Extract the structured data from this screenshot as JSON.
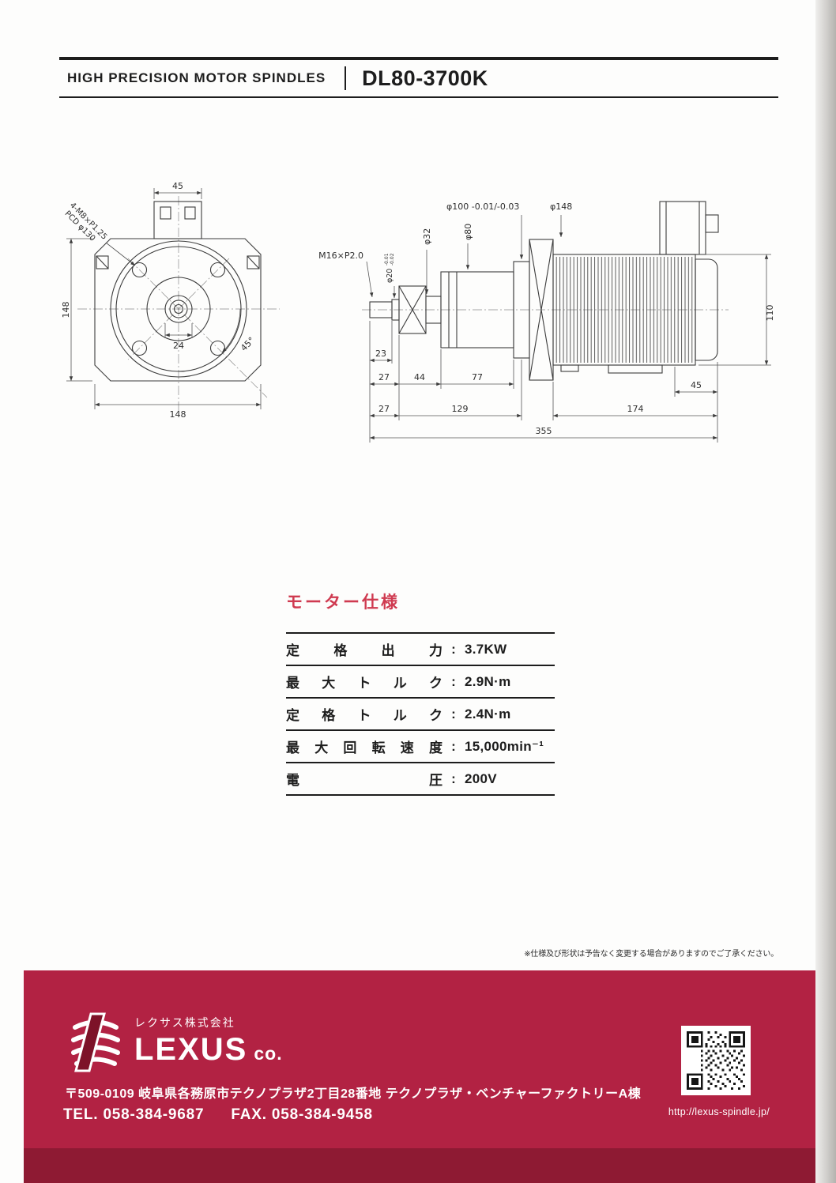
{
  "header": {
    "category": "HIGH PRECISION MOTOR SPINDLES",
    "model": "DL80-3700K"
  },
  "front_view": {
    "callout_line1": "4-M8×P1.25",
    "callout_line2": "PCD φ130",
    "dim_top": "45",
    "dim_left": "148",
    "dim_bottom": "148",
    "dim_hub": "24",
    "dim_angle": "45°"
  },
  "side_view": {
    "label_thread": "M16×P2.0",
    "label_phi20": "φ20",
    "label_phi20_tol_upper": "-0.01",
    "label_phi20_tol_lower": "-0.02",
    "label_phi32": "φ32",
    "label_phi80": "φ80",
    "label_phi100": "φ100 -0.01/-0.03",
    "label_phi148": "φ148",
    "dim_23": "23",
    "dim_27a": "27",
    "dim_44": "44",
    "dim_77": "77",
    "dim_27b": "27",
    "dim_129": "129",
    "dim_174": "174",
    "dim_355": "355",
    "dim_45": "45",
    "dim_110": "110"
  },
  "specs": {
    "title": "モーター仕様",
    "colon": ":",
    "rows": [
      {
        "label": "定格出力",
        "value": "3.7KW"
      },
      {
        "label": "最大トルク",
        "value": "2.9N·m"
      },
      {
        "label": "定格トルク",
        "value": "2.4N·m"
      },
      {
        "label": "最大回転速度",
        "value": "15,000min⁻¹"
      },
      {
        "label": "電圧",
        "value": "200V"
      }
    ]
  },
  "note": "※仕様及び形状は予告なく変更する場合がありますのでご了承ください。",
  "footer": {
    "company_jp": "レクサス株式会社",
    "company_en": "LEXUS",
    "company_suffix": "co.",
    "address": "〒509-0109 岐阜県各務原市テクノプラザ2丁目28番地 テクノプラザ・ベンチャーファクトリーA棟",
    "tel": "TEL. 058-384-9687",
    "fax": "FAX. 058-384-9458",
    "url": "http://lexus-spindle.jp/"
  },
  "colors": {
    "accent-red": "#cf3a50",
    "footer-red": "#b22243",
    "footer-dark-red": "#8e1a33",
    "ink": "#1d1d1d"
  }
}
